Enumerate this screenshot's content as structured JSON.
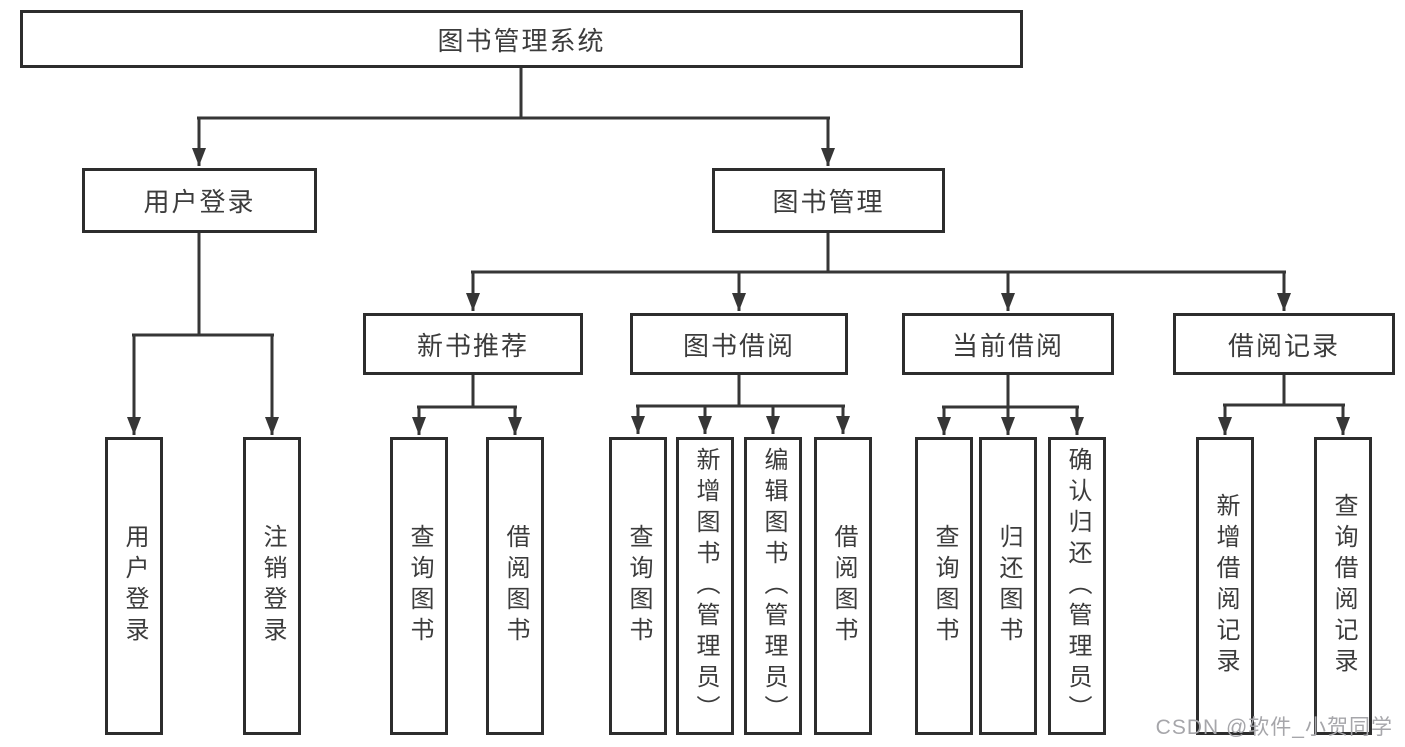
{
  "tree": {
    "root": "图书管理系统",
    "children": [
      {
        "label": "用户登录",
        "leaves": [
          "用户登录",
          "注销登录"
        ]
      },
      {
        "label": "图书管理",
        "children": [
          {
            "label": "新书推荐",
            "leaves": [
              "查询图书",
              "借阅图书"
            ]
          },
          {
            "label": "图书借阅",
            "leaves": [
              "查询图书",
              "新增图书（管理员）",
              "编辑图书（管理员）",
              "借阅图书"
            ]
          },
          {
            "label": "当前借阅",
            "leaves": [
              "查询图书",
              "归还图书",
              "确认归还（管理员）"
            ]
          },
          {
            "label": "借阅记录",
            "leaves": [
              "新增借阅记录",
              "查询借阅记录"
            ]
          }
        ]
      }
    ]
  },
  "watermark": "CSDN @软件_小贺同学",
  "colors": {
    "line": "#363636",
    "box_border": "#2d2d2d",
    "text": "#3c3c3c",
    "watermark": "#a6a6aa",
    "background": "#ffffff"
  }
}
